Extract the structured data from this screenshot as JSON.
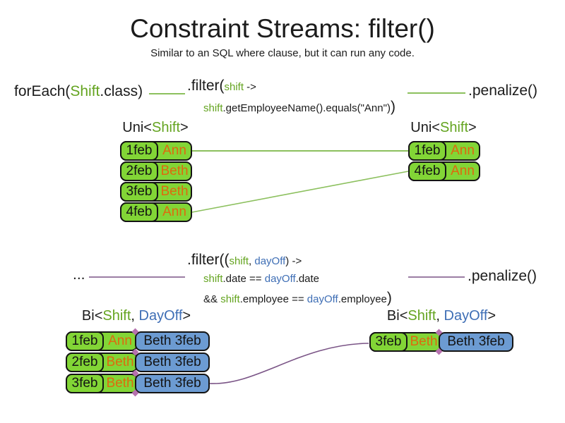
{
  "title": "Constraint Streams: filter()",
  "subtitle": "Similar to an SQL where clause, but it can run any code.",
  "colors": {
    "green_text": "#64a420",
    "blue_text": "#3e6eb5",
    "orange_text": "#dd6a0f",
    "green_fill": "#82d536",
    "blue_fill": "#6c9bd2",
    "line_green": "#8cc05e",
    "line_purple": "#7a5486",
    "diamond": "#b671ae"
  },
  "code_top": {
    "foreach_open": "forEach(",
    "foreach_type": "Shift",
    "foreach_close": ".class)",
    "filter_open": ".filter(",
    "filter_param": "shift",
    "filter_arrow": " ->",
    "body_param": "shift",
    "body_expr": ".getEmployeeName().equals(\"Ann\")",
    "body_close": ")",
    "penalize": ".penalize()"
  },
  "uni_header": {
    "open": "Uni<",
    "type": "Shift",
    "close": ">"
  },
  "uni_left": {
    "rows": [
      {
        "date": "1feb",
        "name": "Ann"
      },
      {
        "date": "2feb",
        "name": "Beth"
      },
      {
        "date": "3feb",
        "name": "Beth"
      },
      {
        "date": "4feb",
        "name": "Ann"
      }
    ]
  },
  "uni_right": {
    "rows": [
      {
        "date": "1feb",
        "name": "Ann"
      },
      {
        "date": "4feb",
        "name": "Ann"
      }
    ]
  },
  "code_mid": {
    "ellipsis": "...",
    "filter_open": ".filter((",
    "param_shift": "shift",
    "comma": ", ",
    "param_dayoff": "dayOff",
    "arrow": ") ->",
    "l2_shift": "shift",
    "l2_mid": ".date == ",
    "l2_dayoff": "dayOff",
    "l2_end": ".date",
    "l3_and": "&& ",
    "l3_shift": "shift",
    "l3_mid": ".employee == ",
    "l3_dayoff": "dayOff",
    "l3_end": ".employee",
    "l3_close": ")",
    "penalize": ".penalize()"
  },
  "bi_header": {
    "open": "Bi<",
    "type1": "Shift",
    "comma": ", ",
    "type2": "DayOff",
    "close": ">"
  },
  "bi_left": {
    "rows": [
      {
        "date": "1feb",
        "name": "Ann",
        "pair": "Beth 3feb"
      },
      {
        "date": "2feb",
        "name": "Beth",
        "pair": "Beth 3feb"
      },
      {
        "date": "3feb",
        "name": "Beth",
        "pair": "Beth 3feb"
      }
    ]
  },
  "bi_right": {
    "rows": [
      {
        "date": "3feb",
        "name": "Beth",
        "pair": "Beth 3feb"
      }
    ]
  }
}
